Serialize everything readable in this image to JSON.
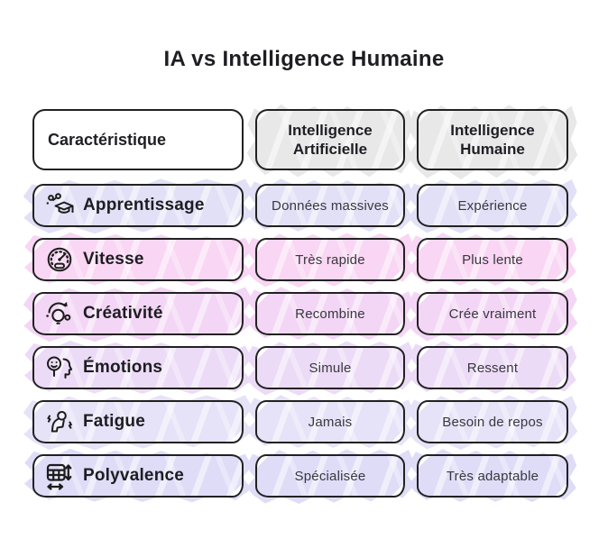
{
  "page": {
    "title": "IA vs Intelligence Humaine",
    "background_color": "#ffffff",
    "border_color": "#212121"
  },
  "table": {
    "headers": [
      {
        "label": "Caractéristique",
        "fill": "#ffffff"
      },
      {
        "label": "Intelligence Artificielle",
        "fill": "#e9e8e9"
      },
      {
        "label": "Intelligence Humaine",
        "fill": "#e9e8e9"
      }
    ],
    "rows": [
      {
        "feature": "Apprentissage",
        "icon": "learning-icon",
        "ai": "Données massives",
        "human": "Expérience",
        "color": "#e2e0f6"
      },
      {
        "feature": "Vitesse",
        "icon": "speedometer-icon",
        "ai": "Très rapide",
        "human": "Plus lente",
        "color": "#f9d6f3"
      },
      {
        "feature": "Créativité",
        "icon": "lightbulb-refresh-icon",
        "ai": "Recombine",
        "human": "Crée vraiment",
        "color": "#f3d6f5"
      },
      {
        "feature": "Émotions",
        "icon": "smiley-head-icon",
        "ai": "Simule",
        "human": "Ressent",
        "color": "#ecdbf6"
      },
      {
        "feature": "Fatigue",
        "icon": "tired-person-icon",
        "ai": "Jamais",
        "human": "Besoin de repos",
        "color": "#e6e2f7"
      },
      {
        "feature": "Polyvalence",
        "icon": "flexible-table-icon",
        "ai": "Spécialisée",
        "human": "Très adaptable",
        "color": "#dfdcf7"
      }
    ]
  }
}
